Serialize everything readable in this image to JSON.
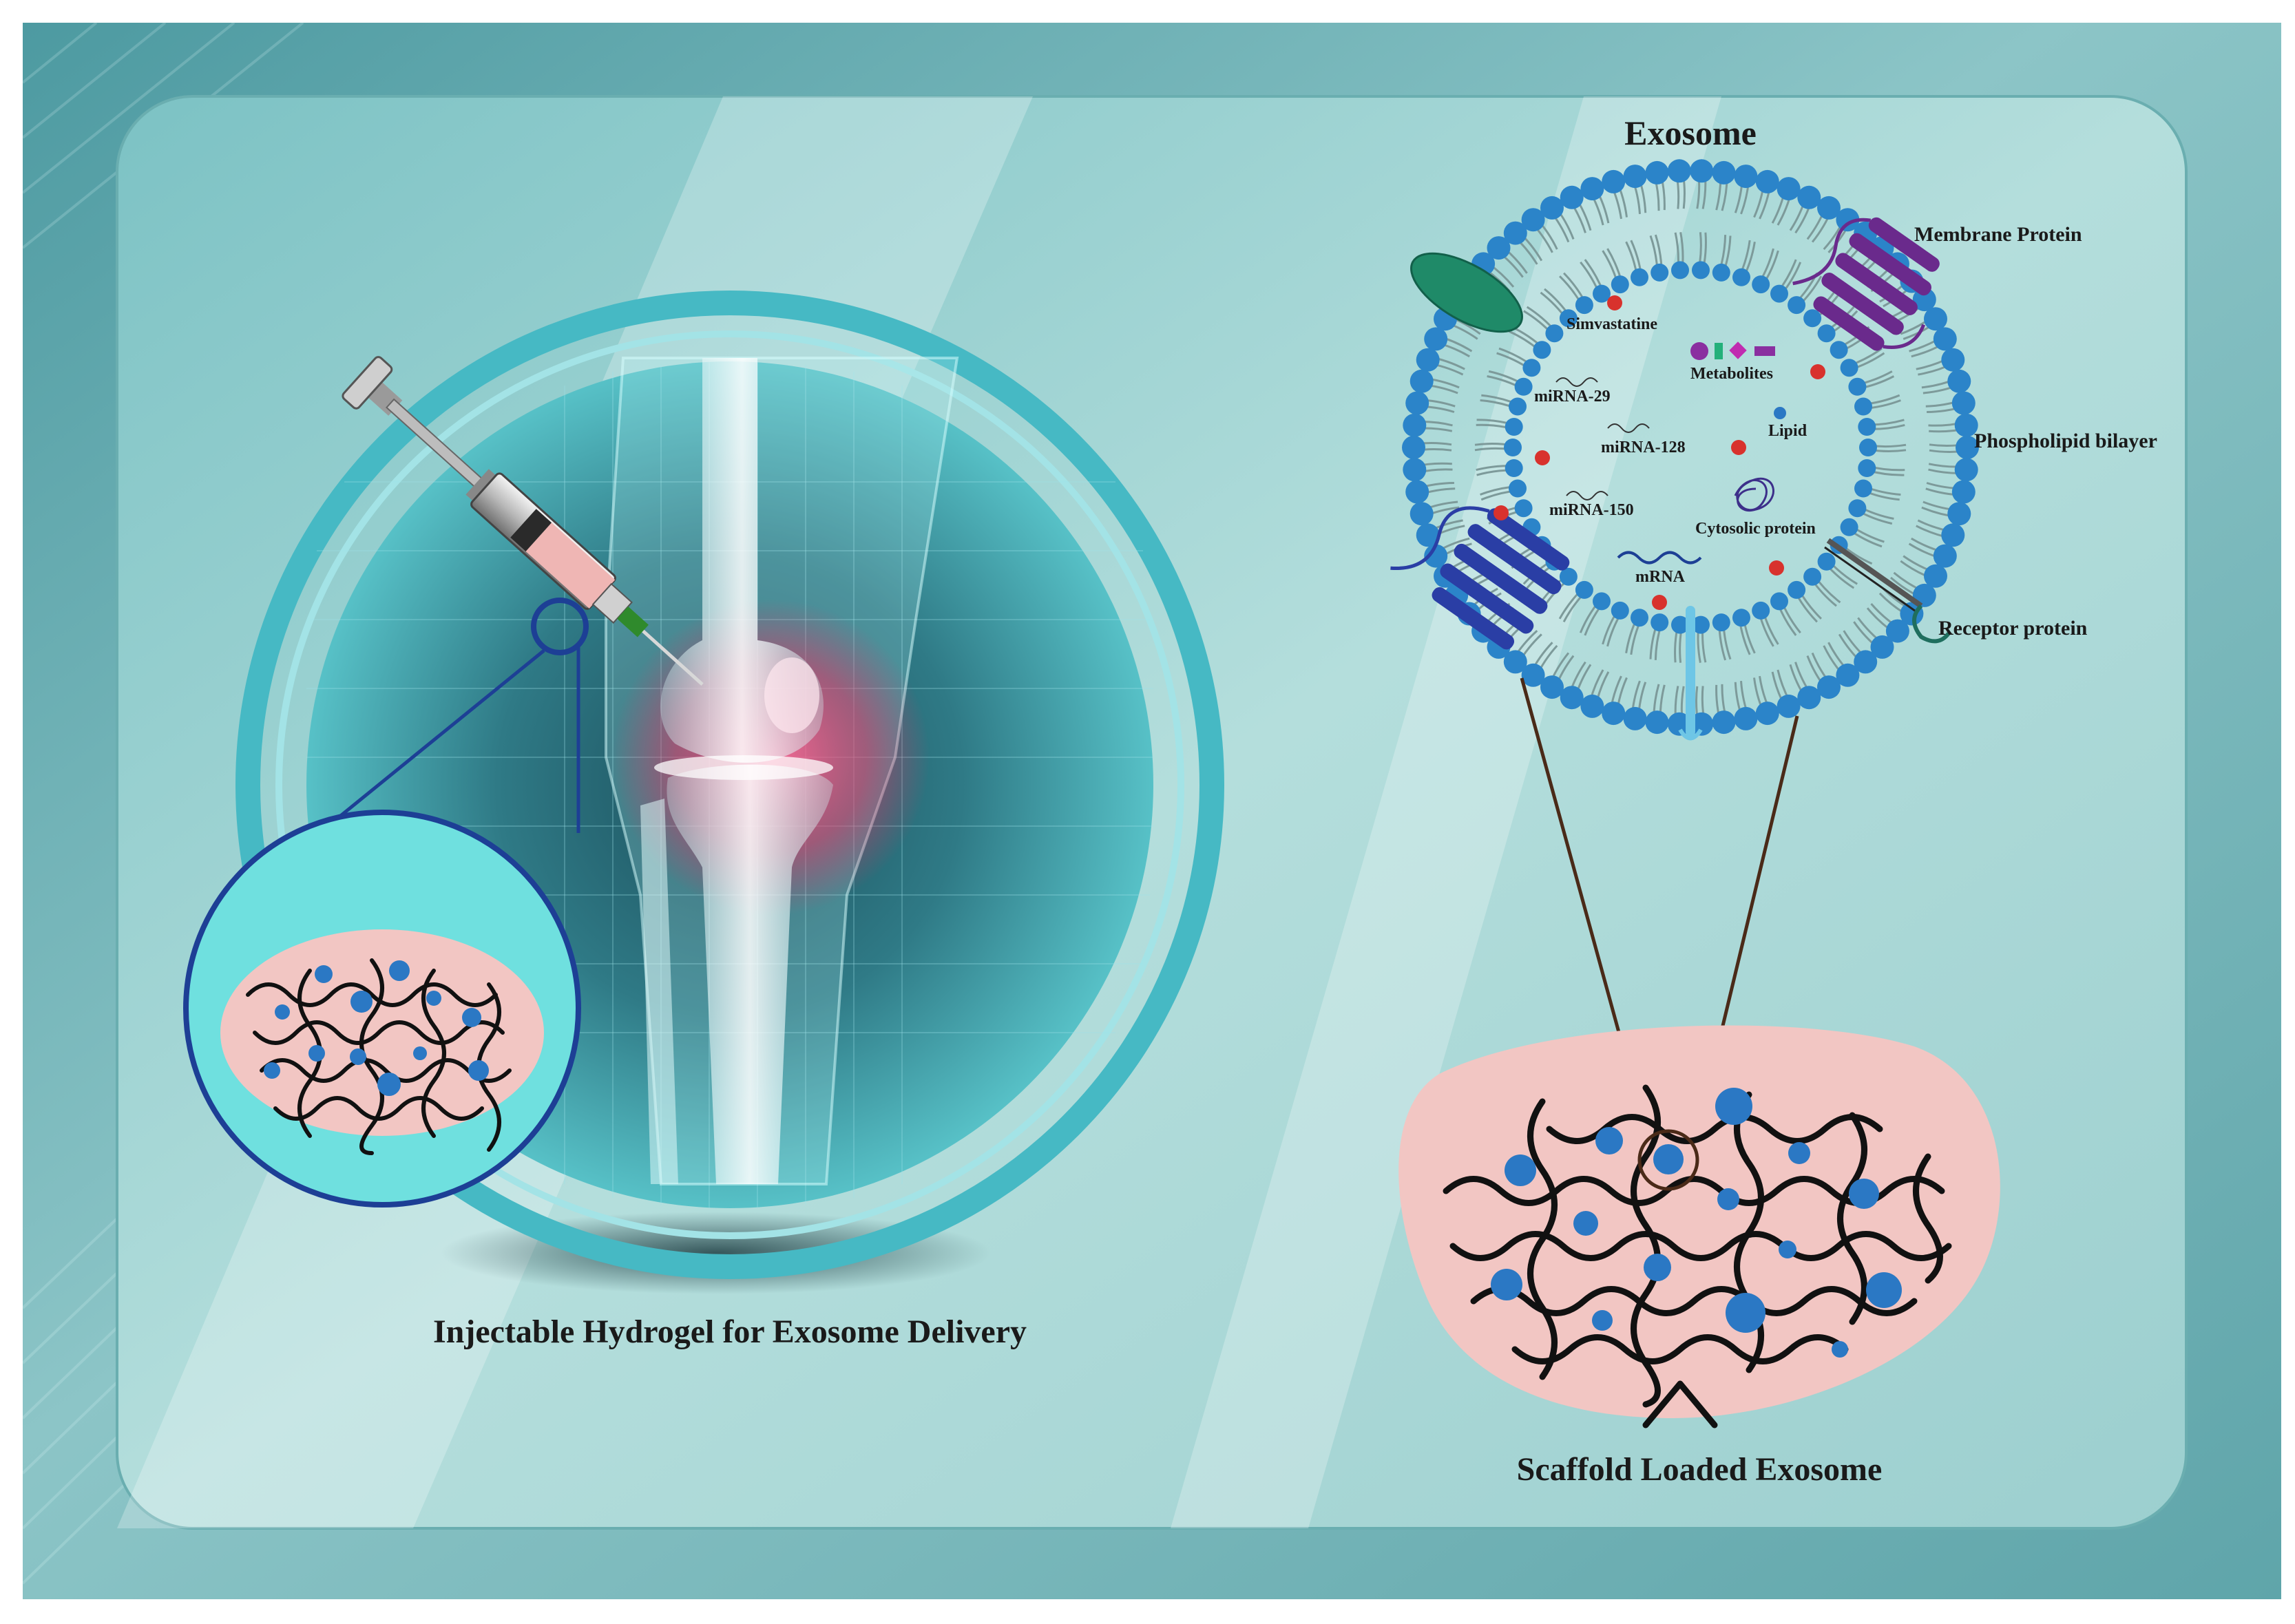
{
  "left_panel": {
    "caption": "Injectable Hydrogel for Exosome Delivery"
  },
  "exosome": {
    "title": "Exosome",
    "labels": {
      "membrane_protein": "Membrane Protein",
      "simvastatine": "Simvastatine",
      "metabolites": "Metabolites",
      "mirna_29": "miRNA-29",
      "lipid": "Lipid",
      "mirna_128": "miRNA-128",
      "phospholipid_bilayer": "Phospholipid bilayer",
      "mirna_150": "miRNA-150",
      "cytosolic_protein": "Cytosolic protein",
      "mrna": "mRNA",
      "receptor_protein": "Receptor protein"
    }
  },
  "right_panel": {
    "caption": "Scaffold Loaded Exosome"
  },
  "colors": {
    "background": "#6fb3b6",
    "panel": "#a8d6d6",
    "hydrogel_pink": "#f2c6c3",
    "exosome_dot": "#2b78c4",
    "vesicle_red": "#d8322d",
    "zoom_ring": "#1d3f95",
    "membrane_protein": "#6a2a8c",
    "transmembrane_protein": "#2a3ea5",
    "glyco_green": "#1f8a68"
  },
  "icons": [
    "syringe-icon",
    "knee-joint-icon",
    "magnifier-circle-icon"
  ]
}
